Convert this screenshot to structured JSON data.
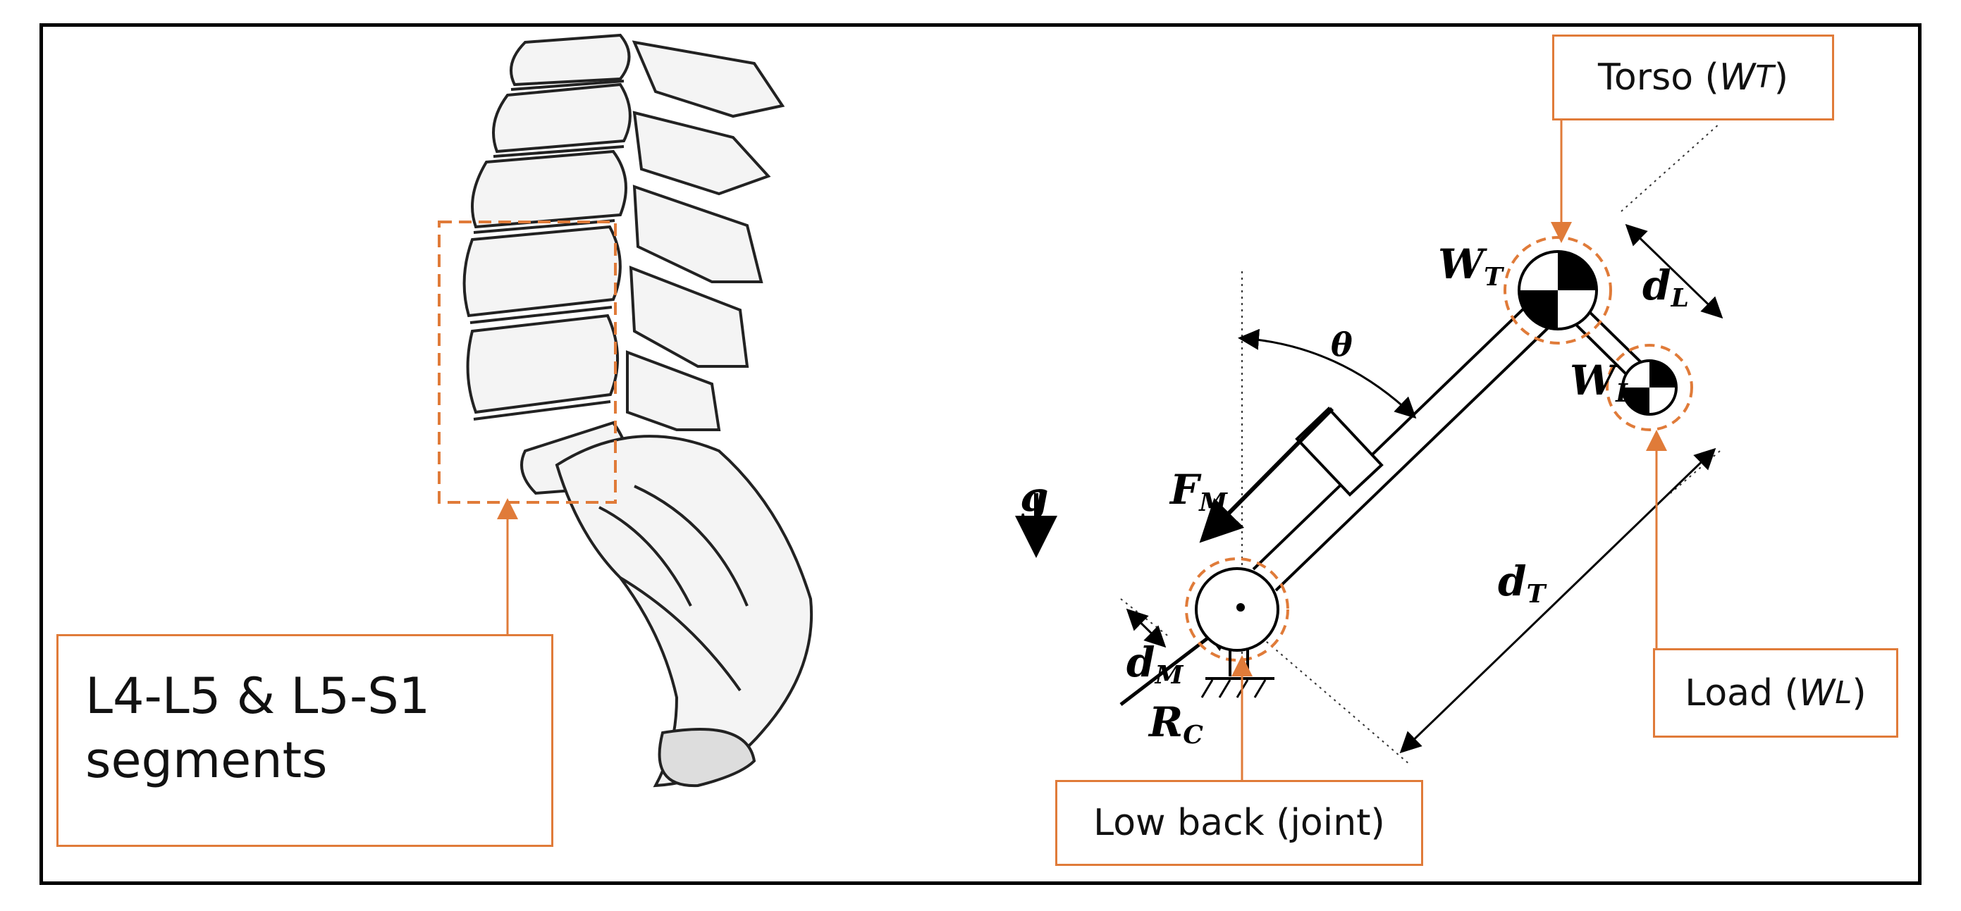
{
  "callouts": {
    "segments_line1": "L4-L5 & L5-S1",
    "segments_line2": "segments",
    "torso_text": "Torso (",
    "torso_sym": "W",
    "torso_sub": "T",
    "torso_close": ")",
    "load_text": "Load (",
    "load_sym": "W",
    "load_sub": "L",
    "load_close": ")",
    "joint": "Low back (joint)"
  },
  "symbols": {
    "W": "W",
    "T": "T",
    "L": "L",
    "d": "d",
    "M": "M",
    "F": "F",
    "R": "R",
    "C": "C",
    "g": "g",
    "theta": "θ"
  },
  "colors": {
    "accent": "#E07B39",
    "ink": "#000000",
    "frame": "#000000"
  }
}
